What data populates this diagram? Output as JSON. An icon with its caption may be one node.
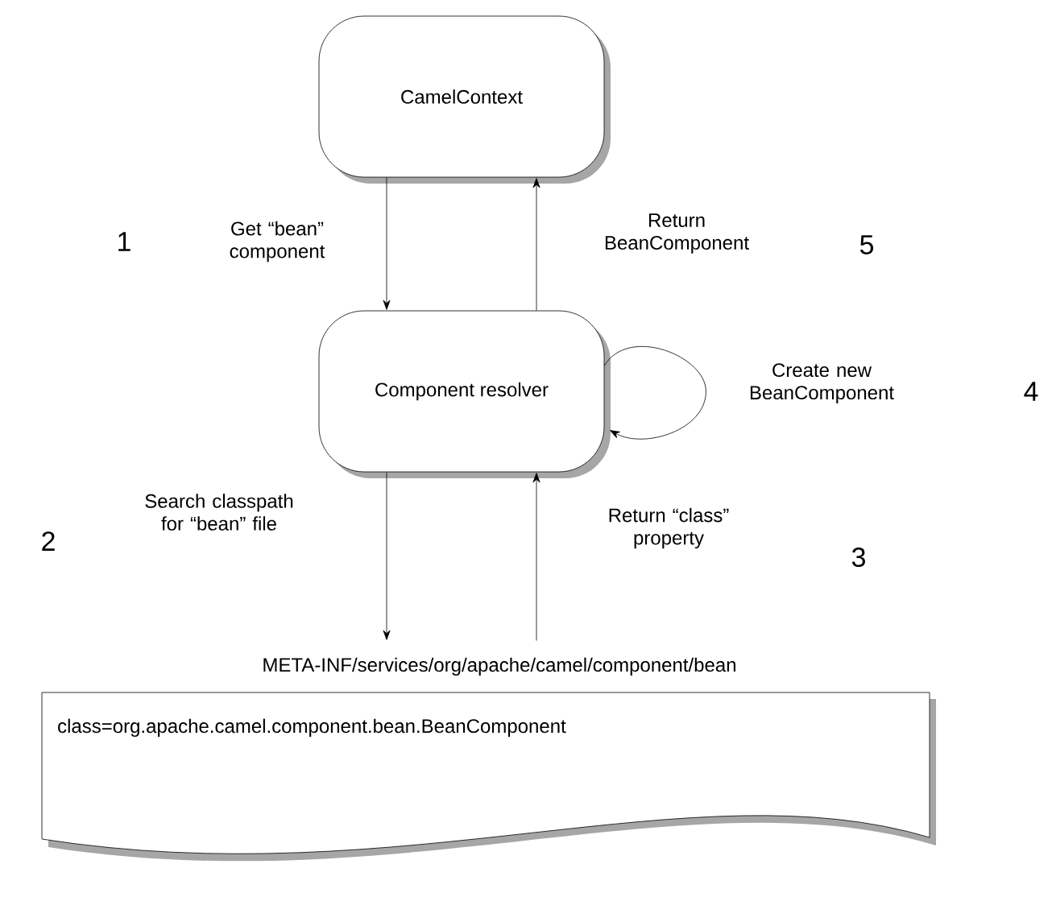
{
  "diagram": {
    "nodes": [
      {
        "text": [
          "CamelContext"
        ]
      },
      {
        "text": [
          "Component resolver"
        ]
      },
      {
        "text": [
          "META-INF/services/org/apache/camel/component/bean",
          "class=org.apache.camel.component.bean.BeanComponent"
        ]
      }
    ],
    "edges": [
      {
        "from": 0,
        "to": 1,
        "arrow": "to",
        "label": "Get “bean” component"
      },
      {
        "from": 1,
        "to": 0,
        "arrow": "to",
        "label": "Return BeanComponent"
      },
      {
        "from": 1,
        "to": 1,
        "arrow": "to",
        "label": "Create new BeanComponent"
      },
      {
        "from": 1,
        "to": 2,
        "arrow": "to",
        "label": "Search classpath for “bean” file"
      },
      {
        "from": 2,
        "to": 1,
        "arrow": "to",
        "label": "Return “class” property"
      }
    ],
    "labels": [
      "1",
      "5",
      "4",
      "2",
      "3"
    ]
  }
}
